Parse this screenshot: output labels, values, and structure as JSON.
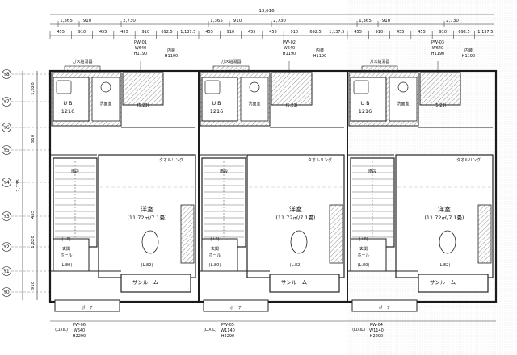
{
  "colors": {
    "ink": "#1a1a1a",
    "wall": "#2b2b2b",
    "hatch": "#7a7a7a",
    "paper": "#ffffff"
  },
  "header": {
    "total_dim": "13,616",
    "top_dims": [
      "1,365",
      "910",
      "2,730",
      "1,365",
      "910",
      "2,730",
      "1,365",
      "910",
      "2,730"
    ],
    "sub_dims": [
      "455",
      "910",
      "455",
      "455",
      "910",
      "692.5",
      "1,137.5",
      "455",
      "910",
      "455",
      "455",
      "910",
      "692.5",
      "1,137.5",
      "455",
      "910",
      "455",
      "455",
      "910",
      "692.5",
      "1,137.5"
    ]
  },
  "left_axis": {
    "row_marks": [
      "Y8",
      "Y7",
      "Y6",
      "Y5",
      "Y4",
      "Y3",
      "Y2",
      "Y1",
      "Y0"
    ],
    "dims": [
      "1,820",
      "910",
      "7,735",
      "455",
      "1,820",
      "910"
    ]
  },
  "units": [
    {
      "gas_meter": "ガス給湯器",
      "pw_top": [
        "PW-01",
        "W640",
        "H1190"
      ],
      "pw_top2": [
        "内装",
        "H1190"
      ],
      "ub": [
        "U B",
        "1216"
      ],
      "wash": "洗面室",
      "kitchen": "(5.23)",
      "hall": "階段",
      "bed": [
        "洋室",
        "(11.72㎡/7.1畳)"
      ],
      "towel": "タオルリング",
      "entry": "玄関",
      "hall2": "ホール",
      "sunroom": "サンルーム",
      "porch": "ポーチ",
      "pw_bottom": [
        "PW-06",
        "W640",
        "H2290"
      ],
      "marks": [
        "(LIXIL)",
        "(±0)",
        "(L.80)",
        "(L.82)"
      ]
    },
    {
      "gas_meter": "ガス給湯器",
      "pw_top": [
        "PW-02",
        "W640",
        "H1190"
      ],
      "pw_top2": [
        "内装",
        "H1190"
      ],
      "ub": [
        "U B",
        "1216"
      ],
      "wash": "洗面室",
      "kitchen": "(5.23)",
      "hall": "階段",
      "bed": [
        "洋室",
        "(11.72㎡/7.1畳)"
      ],
      "towel": "タオルリング",
      "entry": "玄関",
      "hall2": "ホール",
      "sunroom": "サンルーム",
      "porch": "ポーチ",
      "pw_bottom": [
        "PW-05",
        "W1140",
        "H2290"
      ],
      "marks": [
        "(LIXIL)",
        "(±0)",
        "(L.80)",
        "(L.82)"
      ]
    },
    {
      "gas_meter": "ガス給湯器",
      "pw_top": [
        "PW-03",
        "W640",
        "H1190"
      ],
      "pw_top2": [
        "内装",
        "H1190"
      ],
      "ub": [
        "U B",
        "1216"
      ],
      "wash": "洗面室",
      "kitchen": "(5.23)",
      "hall": "階段",
      "bed": [
        "洋室",
        "(11.72㎡/7.1畳)"
      ],
      "towel": "タオルリング",
      "entry": "玄関",
      "hall2": "ホール",
      "sunroom": "サンルーム",
      "porch": "ポーチ",
      "pw_bottom": [
        "PW-04",
        "W1140",
        "H2290"
      ],
      "marks": [
        "(LIXIL)",
        "(±0)",
        "(L.80)",
        "(L.82)"
      ]
    }
  ]
}
